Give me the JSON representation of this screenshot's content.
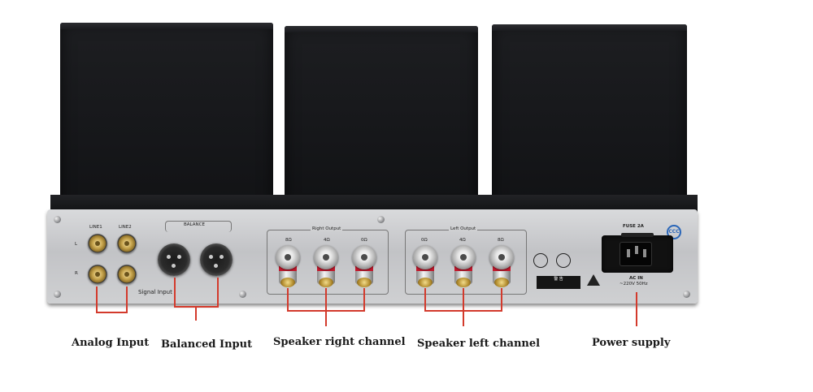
{
  "panel_labels": {
    "line1": "LINE1",
    "line2": "LINE2",
    "l": "L",
    "r": "R",
    "signal_input": "Signal Input",
    "balance": "BALANCE",
    "right_output": "Right Output",
    "left_output": "Left Output",
    "ohm_8": "8Ω",
    "ohm_4": "4Ω",
    "ohm_0": "0Ω",
    "fuse": "FUSE 2A",
    "ac_in": "AC IN",
    "voltage": "~220V 50Hz",
    "warning": "警 告"
  },
  "captions": {
    "analog_input": "Analog Input",
    "balanced_input": "Balanced Input",
    "speaker_right": "Speaker right channel",
    "speaker_left": "Speaker left channel",
    "power_supply": "Power supply"
  },
  "colors": {
    "annotation_line": "#d33a2c",
    "panel": "#cfd0d2",
    "cover": "#16171a"
  }
}
